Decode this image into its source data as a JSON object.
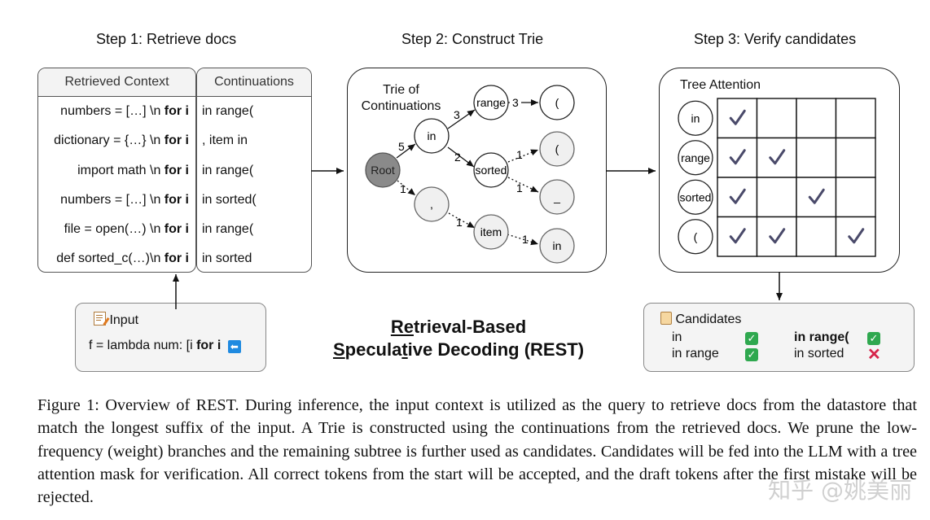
{
  "steps": {
    "step1": "Step 1: Retrieve docs",
    "step2": "Step 2: Construct Trie",
    "step3": "Step 3: Verify candidates"
  },
  "retrieved": {
    "header_context": "Retrieved Context",
    "header_continuations": "Continuations",
    "rows": [
      {
        "ctx": "numbers = […] \\n ",
        "ctx_bold": "for i",
        "cont": "in range("
      },
      {
        "ctx": "dictionary = {…} \\n ",
        "ctx_bold": "for i",
        "cont": ", item in"
      },
      {
        "ctx": "import math \\n ",
        "ctx_bold": "for i",
        "cont": "in range("
      },
      {
        "ctx": "numbers = […] \\n ",
        "ctx_bold": "for i",
        "cont": "in sorted("
      },
      {
        "ctx": "file = open(…) \\n ",
        "ctx_bold": "for i",
        "cont": "in range("
      },
      {
        "ctx": "def sorted_c(…)\\n ",
        "ctx_bold": "for i",
        "cont": "in sorted"
      }
    ]
  },
  "input": {
    "title": "Input",
    "text": "f = lambda num: [i ",
    "text_bold": "for i"
  },
  "trie": {
    "title_line1": "Trie of",
    "title_line2": "Continuations",
    "nodes": {
      "root": "Root",
      "in": "in",
      "range": "range",
      "paren1": "(",
      "sorted": "sorted",
      "paren2": "(",
      "underscore": "_",
      "comma": ",",
      "item": "item",
      "in2": "in"
    },
    "edges": {
      "root_in": "5",
      "root_comma": "1",
      "in_range": "3",
      "range_paren": "3",
      "in_sorted": "2",
      "sorted_paren": "1",
      "sorted_us": "1",
      "comma_item": "1",
      "item_in": "1"
    }
  },
  "title": {
    "line1_u": "Re",
    "line1_rest": "trieval-Based",
    "line2_u1": "S",
    "line2_mid": "pecula",
    "line2_u2": "t",
    "line2_rest": "ive Decoding (REST)"
  },
  "tree_attention": {
    "title": "Tree Attention",
    "row_labels": [
      "in",
      "range",
      "sorted",
      "("
    ],
    "matrix": [
      [
        true,
        false,
        false,
        false
      ],
      [
        true,
        true,
        false,
        false
      ],
      [
        true,
        false,
        true,
        false
      ],
      [
        true,
        true,
        false,
        true
      ]
    ],
    "check_color": "#4a4a6a"
  },
  "candidates": {
    "title": "Candidates",
    "items": [
      {
        "text": "in",
        "ok": true,
        "bold": false
      },
      {
        "text": "in range",
        "ok": true,
        "bold": false
      },
      {
        "text": "in range(",
        "ok": true,
        "bold": true
      },
      {
        "text": "in sorted",
        "ok": false,
        "bold": false
      }
    ]
  },
  "caption": "Figure 1: Overview of REST. During inference, the input context is utilized as the query to retrieve docs from the datastore that match the longest suffix of the input. A Trie is constructed using the continuations from the retrieved docs. We prune the low-frequency (weight) branches and the remaining subtree is further used as candidates. Candidates will be fed into the LLM with a tree attention mask for verification. All correct tokens from the start will be accepted, and the draft tokens after the first mistake will be rejected.",
  "watermark": "知乎 @姚美丽"
}
